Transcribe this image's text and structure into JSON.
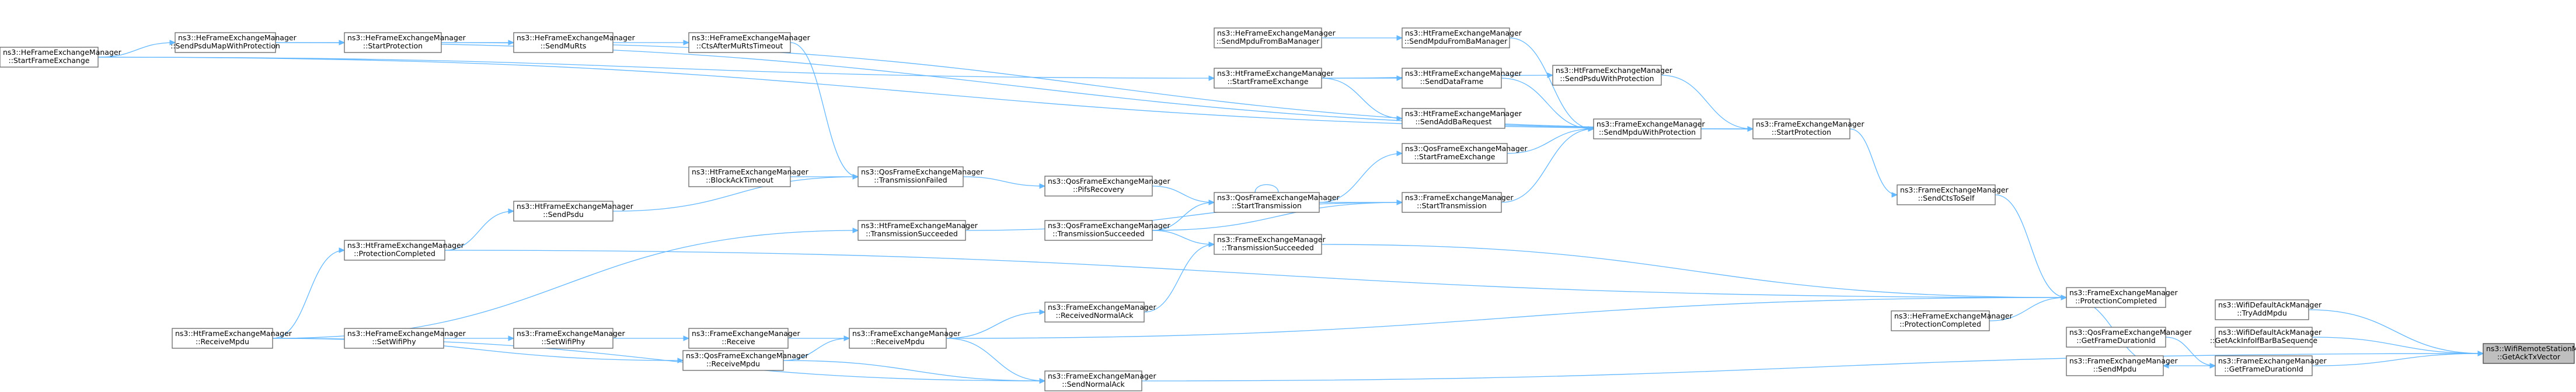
{
  "colors": {
    "edge": "#63b8ff",
    "node_border": "#666666",
    "focus_fill": "#bfbfbf",
    "background": "#ffffff"
  },
  "nodes": [
    {
      "id": "n1",
      "lines": [
        "ns3::WifiRemoteStationManager",
        "::GetAckTxVector"
      ],
      "focus": true
    },
    {
      "id": "n2",
      "lines": [
        "ns3::WifiDefaultAckManager",
        "::TryAddMpdu"
      ]
    },
    {
      "id": "n3",
      "lines": [
        "ns3::WifiDefaultAckManager",
        "::GetAckInfoIfBarBaSequence"
      ]
    },
    {
      "id": "n4",
      "lines": [
        "ns3::FrameExchangeManager",
        "::GetFrameDurationId"
      ]
    },
    {
      "id": "n5",
      "lines": [
        "ns3::FrameExchangeManager",
        "::SendMpdu"
      ]
    },
    {
      "id": "n6",
      "lines": [
        "ns3::FrameExchangeManager",
        "::SendNormalAck"
      ]
    },
    {
      "id": "n7",
      "lines": [
        "ns3::QosFrameExchangeManager",
        "::GetFrameDurationId"
      ]
    },
    {
      "id": "n8",
      "lines": [
        "ns3::FrameExchangeManager",
        "::ProtectionCompleted"
      ]
    },
    {
      "id": "n9",
      "lines": [
        "ns3::FrameExchangeManager",
        "::ReceiveMpdu"
      ]
    },
    {
      "id": "n10",
      "lines": [
        "ns3::QosFrameExchangeManager",
        "::ReceiveMpdu"
      ]
    },
    {
      "id": "n11",
      "lines": [
        "ns3::HtFrameExchangeManager",
        "::ReceiveMpdu"
      ]
    },
    {
      "id": "n12",
      "lines": [
        "ns3::FrameExchangeManager",
        "::SendCtsToSelf"
      ]
    },
    {
      "id": "n13",
      "lines": [
        "ns3::FrameExchangeManager",
        "::StartProtection"
      ]
    },
    {
      "id": "n14",
      "lines": [
        "ns3::FrameExchangeManager",
        "::TransmissionSucceeded"
      ]
    },
    {
      "id": "n15",
      "lines": [
        "ns3::HeFrameExchangeManager",
        "::ProtectionCompleted"
      ]
    },
    {
      "id": "n16",
      "lines": [
        "ns3::HtFrameExchangeManager",
        "::ProtectionCompleted"
      ]
    },
    {
      "id": "n17",
      "lines": [
        "ns3::FrameExchangeManager",
        "::SendMpduWithProtection"
      ]
    },
    {
      "id": "n18",
      "lines": [
        "ns3::HeFrameExchangeManager",
        "::StartProtection"
      ]
    },
    {
      "id": "n19",
      "lines": [
        "ns3::HtFrameExchangeManager",
        "::SendPsduWithProtection"
      ]
    },
    {
      "id": "n20",
      "lines": [
        "ns3::HeFrameExchangeManager",
        "::SendPsduMapWithProtection"
      ]
    },
    {
      "id": "n21",
      "lines": [
        "ns3::HeFrameExchangeManager",
        "::StartFrameExchange"
      ]
    },
    {
      "id": "n22",
      "lines": [
        "ns3::HtFrameExchangeManager",
        "::SendMpduFromBaManager"
      ]
    },
    {
      "id": "n23",
      "lines": [
        "ns3::HtFrameExchangeManager",
        "::StartFrameExchange"
      ]
    },
    {
      "id": "n24",
      "lines": [
        "ns3::HeFrameExchangeManager",
        "::SendMpduFromBaManager"
      ]
    },
    {
      "id": "n25",
      "lines": [
        "ns3::HtFrameExchangeManager",
        "::SendAddBaRequest"
      ]
    },
    {
      "id": "n26",
      "lines": [
        "ns3::HtFrameExchangeManager",
        "::SendDataFrame"
      ]
    },
    {
      "id": "n27",
      "lines": [
        "ns3::QosFrameExchangeManager",
        "::StartFrameExchange"
      ]
    },
    {
      "id": "n28",
      "lines": [
        "ns3::FrameExchangeManager",
        "::StartTransmission"
      ]
    },
    {
      "id": "n29",
      "lines": [
        "ns3::QosFrameExchangeManager",
        "::StartTransmission"
      ]
    },
    {
      "id": "n30",
      "lines": [
        "ns3::QosFrameExchangeManager",
        "::PifsRecovery"
      ]
    },
    {
      "id": "n31",
      "lines": [
        "ns3::QosFrameExchangeManager",
        "::TransmissionSucceeded"
      ]
    },
    {
      "id": "n32",
      "lines": [
        "ns3::QosFrameExchangeManager",
        "::TransmissionFailed"
      ]
    },
    {
      "id": "n33",
      "lines": [
        "ns3::HtFrameExchangeManager",
        "::BlockAckTimeout"
      ]
    },
    {
      "id": "n34",
      "lines": [
        "ns3::HtFrameExchangeManager",
        "::SendPsdu"
      ]
    },
    {
      "id": "n35",
      "lines": [
        "ns3::HeFrameExchangeManager",
        "::CtsAfterMuRtsTimeout"
      ]
    },
    {
      "id": "n36",
      "lines": [
        "ns3::HeFrameExchangeManager",
        "::SendMuRts"
      ]
    },
    {
      "id": "n37",
      "lines": [
        "ns3::HtFrameExchangeManager",
        "::TransmissionSucceeded"
      ]
    },
    {
      "id": "n38",
      "lines": [
        "ns3::FrameExchangeManager",
        "::ReceivedNormalAck"
      ]
    },
    {
      "id": "n39",
      "lines": [
        "ns3::FrameExchangeManager",
        "::Receive"
      ]
    },
    {
      "id": "n40",
      "lines": [
        "ns3::FrameExchangeManager",
        "::SetWifiPhy"
      ]
    },
    {
      "id": "n41",
      "lines": [
        "ns3::HeFrameExchangeManager",
        "::SetWifiPhy"
      ]
    }
  ],
  "edges": [
    [
      "n1",
      "n2"
    ],
    [
      "n1",
      "n3"
    ],
    [
      "n1",
      "n4"
    ],
    [
      "n1",
      "n6"
    ],
    [
      "n4",
      "n5"
    ],
    [
      "n4",
      "n7"
    ],
    [
      "n5",
      "n8"
    ],
    [
      "n8",
      "n9"
    ],
    [
      "n8",
      "n12"
    ],
    [
      "n8",
      "n14"
    ],
    [
      "n8",
      "n15"
    ],
    [
      "n8",
      "n16"
    ],
    [
      "n12",
      "n13"
    ],
    [
      "n13",
      "n17"
    ],
    [
      "n13",
      "n18"
    ],
    [
      "n13",
      "n19"
    ],
    [
      "n13",
      "n20"
    ],
    [
      "n13",
      "n21"
    ],
    [
      "n17",
      "n22"
    ],
    [
      "n17",
      "n26"
    ],
    [
      "n17",
      "n27"
    ],
    [
      "n17",
      "n28"
    ],
    [
      "n19",
      "n23"
    ],
    [
      "n22",
      "n24"
    ],
    [
      "n23",
      "n21"
    ],
    [
      "n25",
      "n23"
    ],
    [
      "n26",
      "n23"
    ],
    [
      "n27",
      "n29"
    ],
    [
      "n29",
      "n30"
    ],
    [
      "n29",
      "n31"
    ],
    [
      "n29",
      "n29"
    ],
    [
      "n30",
      "n32"
    ],
    [
      "n28",
      "n29"
    ],
    [
      "n28",
      "n31"
    ],
    [
      "n28",
      "n37"
    ],
    [
      "n32",
      "n33"
    ],
    [
      "n32",
      "n34"
    ],
    [
      "n32",
      "n35"
    ],
    [
      "n35",
      "n36"
    ],
    [
      "n36",
      "n18"
    ],
    [
      "n34",
      "n16"
    ],
    [
      "n16",
      "n11"
    ],
    [
      "n18",
      "n20"
    ],
    [
      "n20",
      "n21"
    ],
    [
      "n14",
      "n31"
    ],
    [
      "n14",
      "n38"
    ],
    [
      "n38",
      "n9"
    ],
    [
      "n9",
      "n39"
    ],
    [
      "n9",
      "n10"
    ],
    [
      "n10",
      "n11"
    ],
    [
      "n39",
      "n40"
    ],
    [
      "n40",
      "n41"
    ],
    [
      "n6",
      "n9"
    ],
    [
      "n6",
      "n10"
    ],
    [
      "n6",
      "n11"
    ],
    [
      "n37",
      "n11"
    ]
  ]
}
